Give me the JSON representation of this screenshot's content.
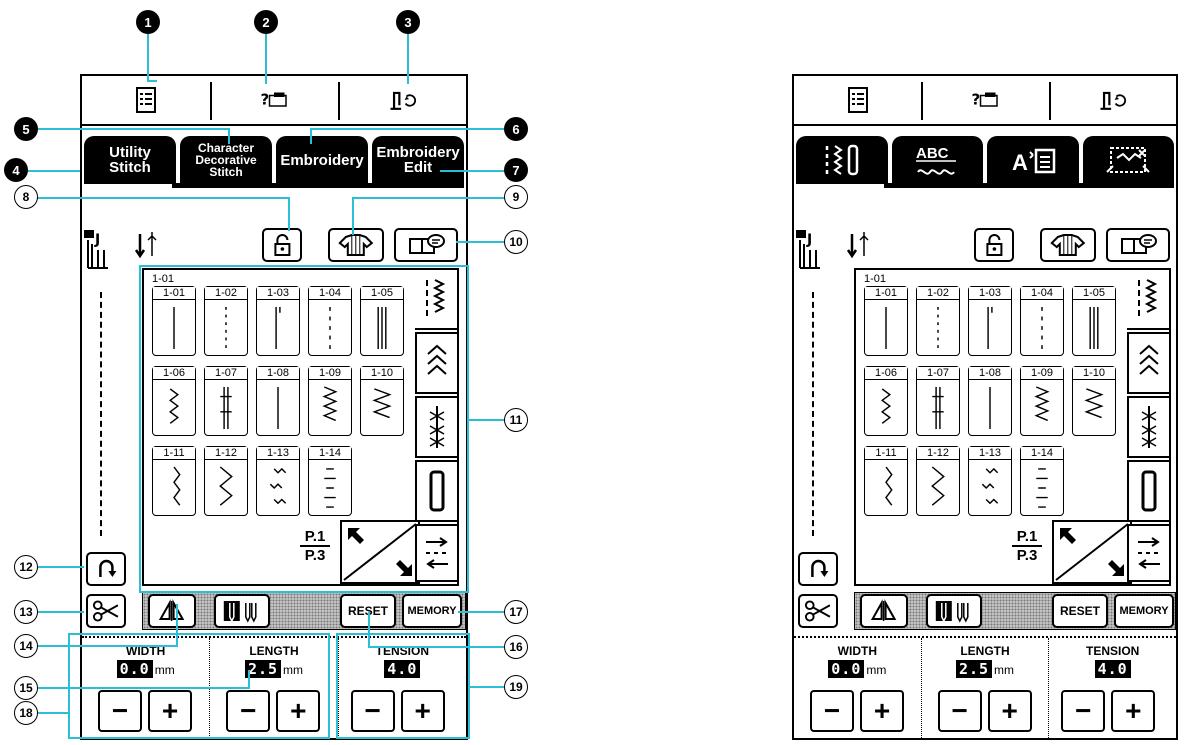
{
  "callouts": [
    "1",
    "2",
    "3",
    "4",
    "5",
    "6",
    "7",
    "8",
    "9",
    "10",
    "11",
    "12",
    "13",
    "14",
    "15",
    "16",
    "17",
    "18",
    "19"
  ],
  "left": {
    "tabs": [
      "Utility\nStitch",
      "Character\nDecorative\nStitch",
      "Embroidery",
      "Embroidery\nEdit"
    ]
  },
  "stitches": {
    "grid_label": "1-01",
    "codes": [
      "1-01",
      "1-02",
      "1-03",
      "1-04",
      "1-05",
      "1-06",
      "1-07",
      "1-08",
      "1-09",
      "1-10",
      "1-11",
      "1-12",
      "1-13",
      "1-14"
    ]
  },
  "page": {
    "current": "P.1",
    "total": "P.3"
  },
  "buttons": {
    "reset": "RESET",
    "memory": "MEMORY"
  },
  "controls": {
    "width": {
      "label": "WIDTH",
      "value": "0.0",
      "unit": "mm"
    },
    "length": {
      "label": "LENGTH",
      "value": "2.5",
      "unit": "mm"
    },
    "tension": {
      "label": "TENSION",
      "value": "4.0"
    },
    "minus": "−",
    "plus": "+"
  },
  "icons": {
    "top": [
      "settings-icon",
      "help-icon",
      "needle-position-icon"
    ],
    "row": [
      "lock-icon",
      "shirt-icon",
      "book-icon"
    ],
    "side_tabs": [
      "straight-zigzag-icon",
      "chevron-icon",
      "cross-stitch-icon",
      "buttonhole-icon",
      "arrows-icon"
    ],
    "right_tabs": [
      "utility-stitch-icon",
      "abc-decorative-icon",
      "embroidery-icon",
      "embroidery-edit-icon"
    ]
  },
  "colors": {
    "callout_line": "#2bbfd6",
    "ink": "#000000"
  }
}
